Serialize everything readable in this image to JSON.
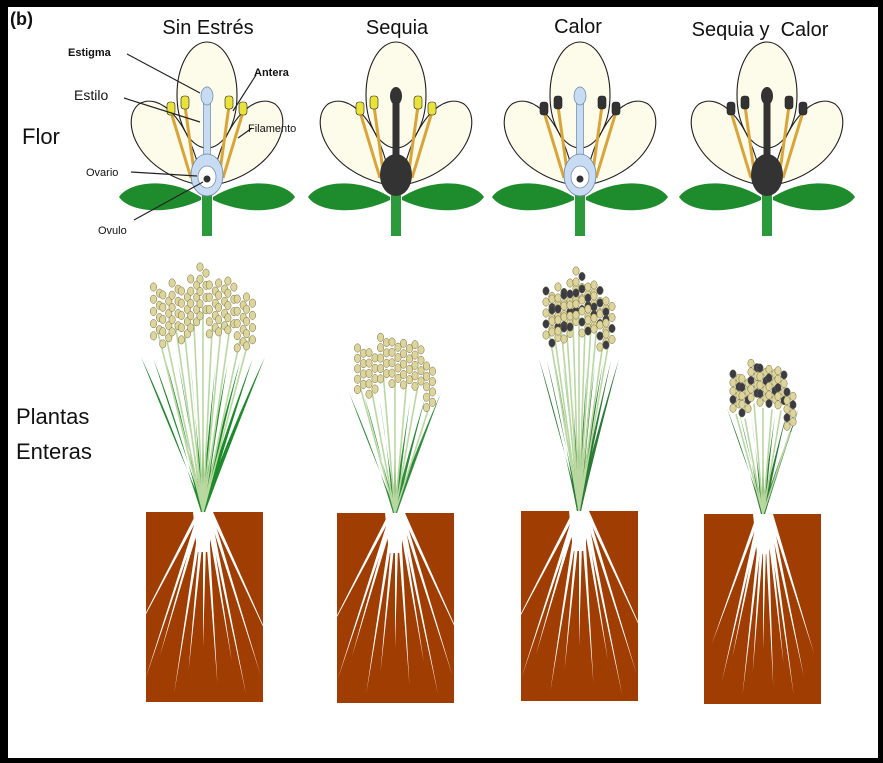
{
  "panel_label": "(b)",
  "columns": [
    {
      "title": "Sin Estrés",
      "condition": "control",
      "anther": "yellow",
      "ovary": "light-blue",
      "grain": "filled"
    },
    {
      "title": "Sequia",
      "condition": "drought",
      "anther": "yellow",
      "ovary": "dark",
      "grain": "filled"
    },
    {
      "title": "Calor",
      "condition": "heat",
      "anther": "dark",
      "ovary": "light-blue",
      "grain": "mixed"
    },
    {
      "title": "Sequia y  Calor",
      "condition": "drought-heat",
      "anther": "dark",
      "ovary": "dark",
      "grain": "mixed"
    }
  ],
  "row_labels": {
    "flower": "Flor",
    "plant_line1": "Plantas",
    "plant_line2": "Enteras"
  },
  "parts": {
    "stigma": "Estigma",
    "style": "Estilo",
    "anther": "Antera",
    "filament": "Filamento",
    "ovary": "Ovario",
    "ovule": "Ovulo"
  },
  "colors": {
    "petal": "#fdfbe9",
    "leaf": "#1e8c2c",
    "stem": "#2a9a3a",
    "anther_yellow": "#e8e23a",
    "anther_dark": "#333333",
    "filament": "#d9a43a",
    "ovary_blue": "#c7dcf2",
    "ovary_dark": "#333333",
    "soil": "#a03d03",
    "root": "#ffffff",
    "grain_filled": "#ddd59c",
    "grain_dark": "#3b3b45"
  }
}
